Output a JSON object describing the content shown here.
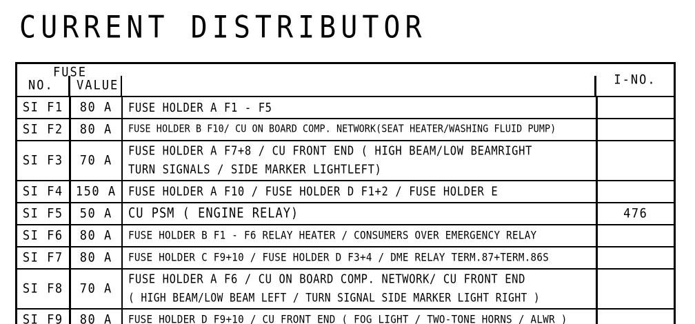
{
  "page": {
    "title": "CURRENT DISTRIBUTOR"
  },
  "table": {
    "header": {
      "group_label": "FUSE",
      "col_no": "NO.",
      "col_value": "VALUE",
      "col_description": "",
      "col_ino": "I-NO."
    },
    "rows": [
      {
        "no": "SI F1",
        "value": "80 A",
        "desc_lines": [
          "FUSE HOLDER A  F1 - F5"
        ],
        "ino": ""
      },
      {
        "no": "SI F2",
        "value": "80 A",
        "desc_lines": [
          "FUSE HOLDER B F10/ CU ON BOARD COMP. NETWORK(SEAT HEATER/WASHING FLUID PUMP)"
        ],
        "ino": ""
      },
      {
        "no": "SI F3",
        "value": "70 A",
        "desc_lines": [
          "FUSE HOLDER A F7+8 / CU FRONT END ( HIGH BEAM/LOW BEAMRIGHT",
          "TURN SIGNALS / SIDE MARKER LIGHTLEFT)"
        ],
        "ino": ""
      },
      {
        "no": "SI F4",
        "value": "150 A",
        "desc_lines": [
          "FUSE HOLDER A F10  /  FUSE HOLDER D    F1+2 / FUSE HOLDER E"
        ],
        "ino": ""
      },
      {
        "no": "SI F5",
        "value": "50 A",
        "desc_lines": [
          "CU PSM ( ENGINE RELAY)"
        ],
        "ino": "476"
      },
      {
        "no": "SI F6",
        "value": "80 A",
        "desc_lines": [
          "FUSE HOLDER B F1 - F6  RELAY  HEATER / CONSUMERS OVER  EMERGENCY RELAY"
        ],
        "ino": ""
      },
      {
        "no": "SI F7",
        "value": "80 A",
        "desc_lines": [
          "FUSE HOLDER C F9+10 / FUSE HOLDER D  F3+4 / DME RELAY TERM.87+TERM.86S"
        ],
        "ino": ""
      },
      {
        "no": "SI F8",
        "value": "70 A",
        "desc_lines": [
          "FUSE HOLDER A  F6 / CU ON BOARD COMP. NETWORK/ CU FRONT END",
          "( HIGH BEAM/LOW BEAM LEFT /  TURN SIGNAL SIDE MARKER LIGHT RIGHT )"
        ],
        "ino": ""
      },
      {
        "no": "SI F9",
        "value": "80 A",
        "desc_lines": [
          "FUSE HOLDER D  F9+10  /  CU FRONT END ( FOG LIGHT / TWO-TONE HORNS / ALWR )"
        ],
        "ino": ""
      }
    ]
  },
  "colors": {
    "ink": "#000000",
    "paper": "#ffffff"
  }
}
